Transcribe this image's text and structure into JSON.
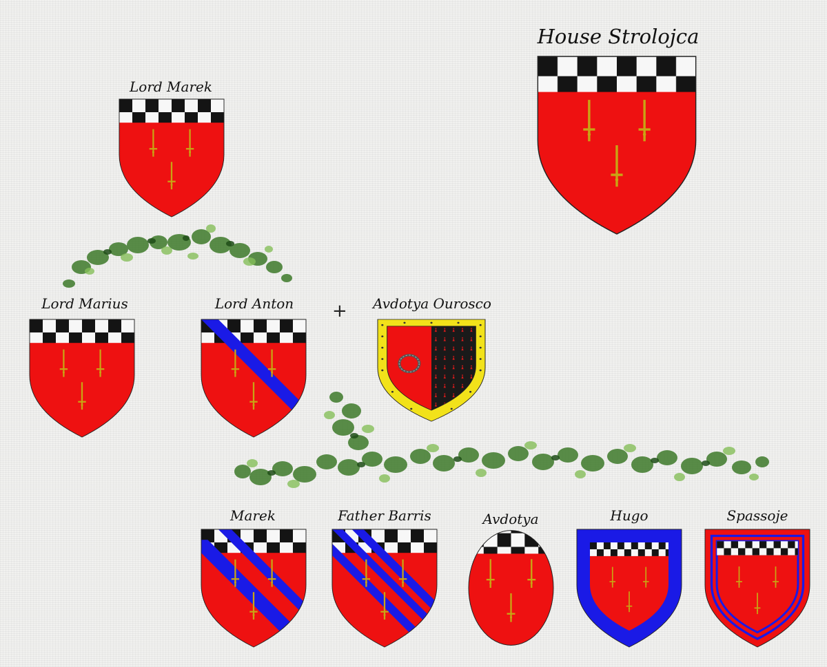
{
  "title": "House Strolojca",
  "members": {
    "lord_marek": "Lord Marek",
    "lord_marius": "Lord Marius",
    "lord_anton": "Lord Anton",
    "avdotya_ourosco": "Avdotya Ourosco",
    "marek": "Marek",
    "father_barris": "Father Barris",
    "avdotya": "Avdotya",
    "hugo": "Hugo",
    "spassoje": "Spassoje"
  },
  "marriage_symbol": "+",
  "colors": {
    "field_red": "#ee1111",
    "bend_blue": "#1a1ae6",
    "dagger_gold": "#d9b81c",
    "chequy_black": "#141414",
    "chequy_white": "#f7f7f7",
    "bordure_yellow": "#f2e21a",
    "foliage_green": "#3e7a2a"
  }
}
